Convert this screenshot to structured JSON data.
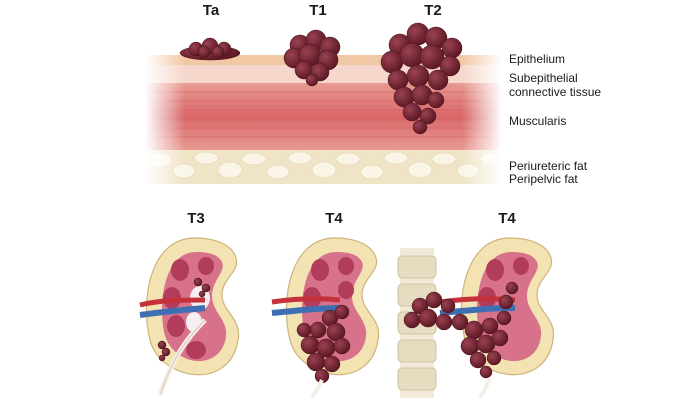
{
  "stages_top": [
    "Ta",
    "T1",
    "T2"
  ],
  "stages_bottom": [
    "T3",
    "T4",
    "T4"
  ],
  "layers": {
    "epithelium": "Epithelium",
    "subepithelial_line1": "Subepithelial",
    "subepithelial_line2": "connective tissue",
    "muscularis": "Muscularis",
    "fat_line1": "Periureteric fat",
    "fat_line2": "Peripelvic fat"
  },
  "colors": {
    "tumor": "#6b1e2b",
    "tumor_highlight": "#8e3443",
    "epithelium": "#f2c9a8",
    "connective": "#f6d3c4",
    "muscle": "#e07a7a",
    "fat": "#f4ecd6",
    "kidney_cortex": "#f3e3b3",
    "kidney_medulla": "#c9506a",
    "vein": "#3f6fb3",
    "artery": "#c4313b"
  }
}
